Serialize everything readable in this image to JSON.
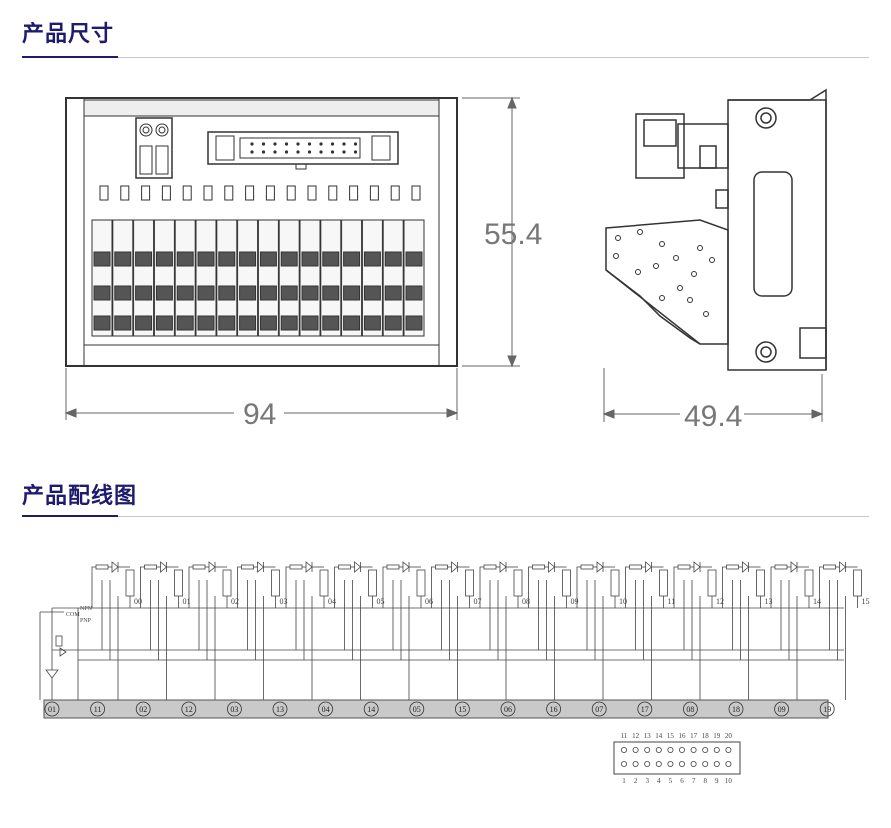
{
  "sections": {
    "dimensions_title": "产品尺寸",
    "wiring_title": "产品配线图"
  },
  "dimensions": {
    "height": "55.4",
    "width": "94",
    "depth": "49.4"
  },
  "wiring": {
    "com_label": "COM",
    "npn_label": "NPN",
    "pnp_label": "PNP",
    "channels": [
      "00",
      "01",
      "02",
      "03",
      "04",
      "05",
      "06",
      "07",
      "08",
      "09",
      "10",
      "11",
      "12",
      "13",
      "14",
      "15"
    ],
    "terminals": [
      "01",
      "11",
      "02",
      "12",
      "03",
      "13",
      "04",
      "14",
      "05",
      "15",
      "06",
      "16",
      "07",
      "17",
      "08",
      "18",
      "09",
      "19"
    ]
  },
  "connector_pinout": {
    "top_row": [
      "11",
      "12",
      "13",
      "14",
      "15",
      "16",
      "17",
      "18",
      "19",
      "20"
    ],
    "bottom_row": [
      "1",
      "2",
      "3",
      "4",
      "5",
      "6",
      "7",
      "8",
      "9",
      "10"
    ]
  }
}
